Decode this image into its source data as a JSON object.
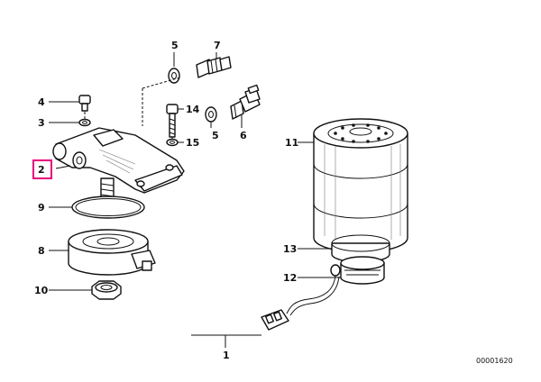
{
  "callouts": [
    {
      "id": "c5a",
      "label": "5"
    },
    {
      "id": "c7",
      "label": "7"
    },
    {
      "id": "c4",
      "label": "4"
    },
    {
      "id": "c3",
      "label": "3"
    },
    {
      "id": "c14",
      "label": "14"
    },
    {
      "id": "c15",
      "label": "15"
    },
    {
      "id": "c5b",
      "label": "5"
    },
    {
      "id": "c6",
      "label": "6"
    },
    {
      "id": "c2",
      "label": "2"
    },
    {
      "id": "c9",
      "label": "9"
    },
    {
      "id": "c8",
      "label": "8"
    },
    {
      "id": "c10",
      "label": "10"
    },
    {
      "id": "c11",
      "label": "11"
    },
    {
      "id": "c13",
      "label": "13"
    },
    {
      "id": "c12",
      "label": "12"
    },
    {
      "id": "c1",
      "label": "1"
    }
  ],
  "highlight": {
    "label": "2",
    "color": "#e6007e"
  },
  "reference_code": "00001620"
}
